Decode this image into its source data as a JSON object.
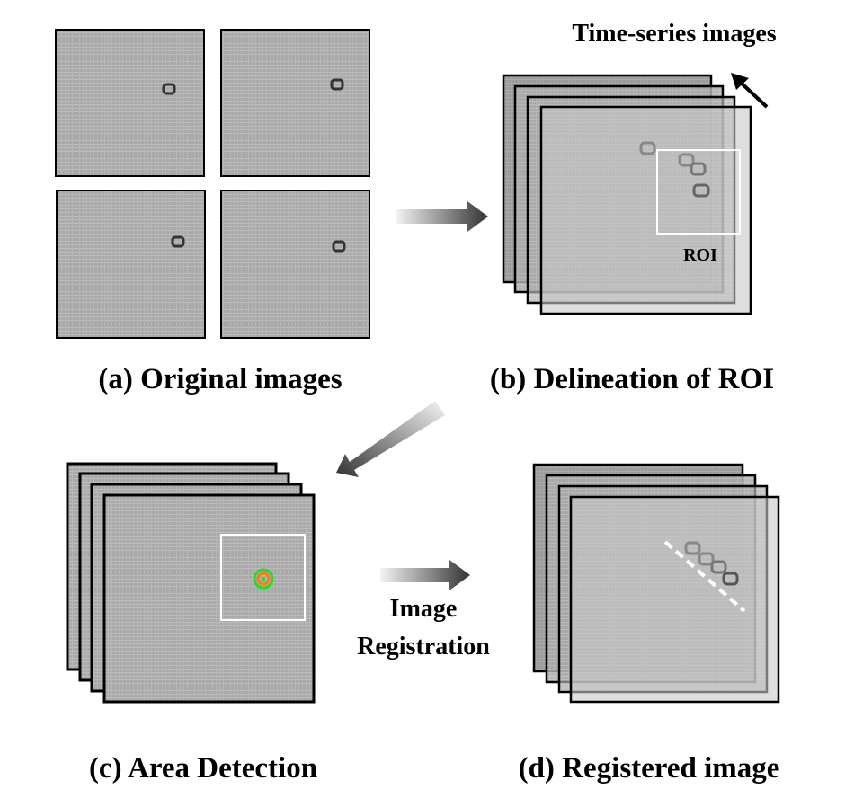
{
  "panels": {
    "a": {
      "caption": "(a) Original images"
    },
    "b": {
      "caption": "(b) Delineation of ROI",
      "roi_label": "ROI",
      "stack_label": "Time-series images"
    },
    "c": {
      "caption": "(c) Area Detection"
    },
    "d": {
      "caption": "(d) Registered image"
    }
  },
  "registration_label": {
    "line1": "Image",
    "line2": "Registration"
  },
  "colors": {
    "frame": "#000000",
    "roi": "#ffffff",
    "detect_outer": "#22dd22",
    "detect_inner": "#ff7a10"
  }
}
